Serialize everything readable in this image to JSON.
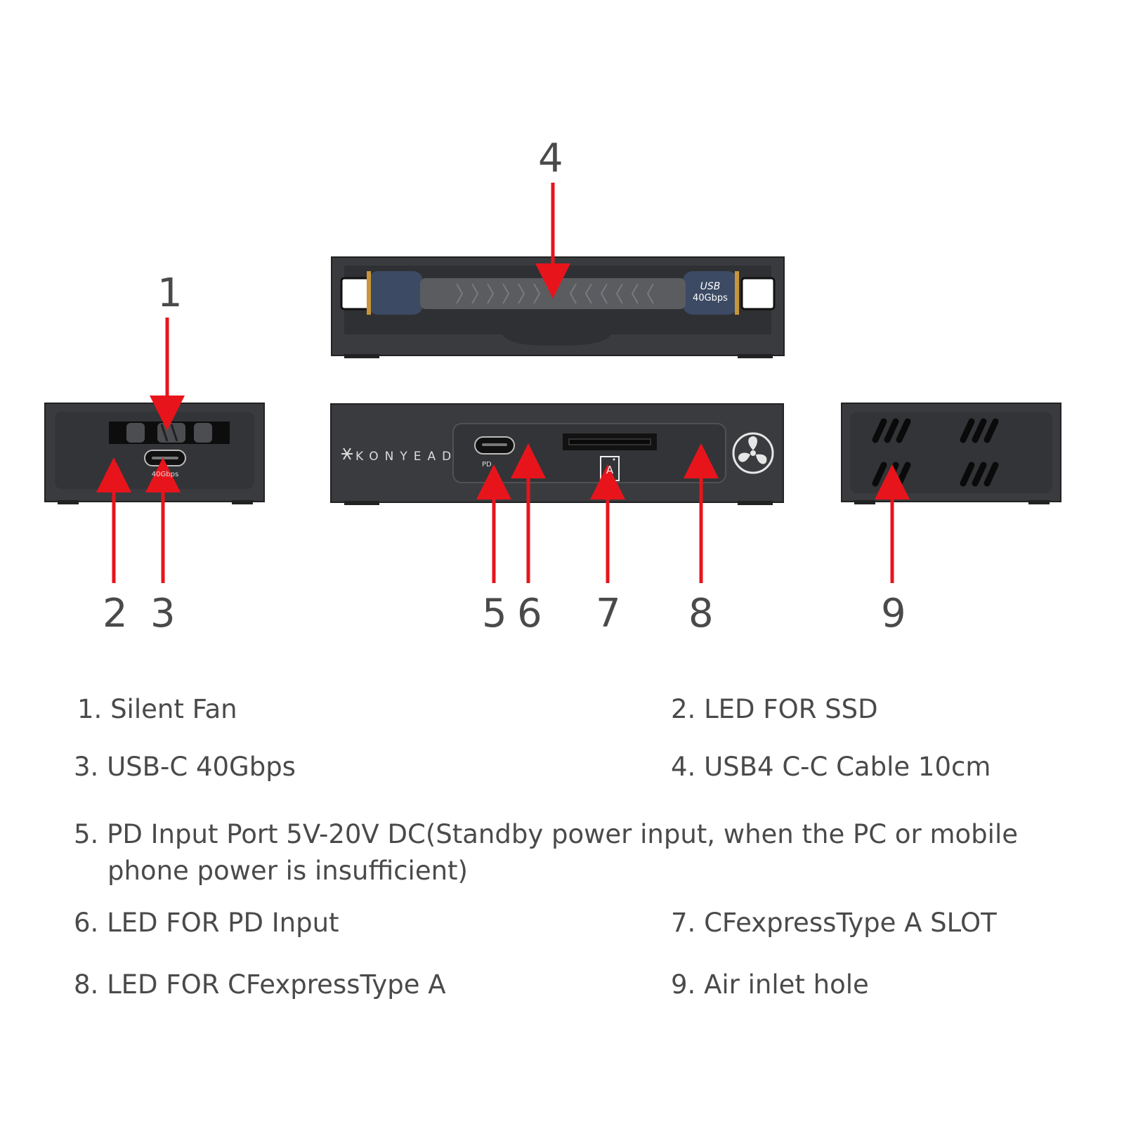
{
  "callouts": [
    "1",
    "2",
    "3",
    "4",
    "5",
    "6",
    "7",
    "8",
    "9"
  ],
  "device": {
    "brand": "KONYEAD",
    "usb_port_label": "40Gbps",
    "pd_port_label": "PD",
    "card_icon_letter": "A",
    "cable_label_line1": "USB",
    "cable_label_line2": "40Gbps"
  },
  "legend": {
    "item1": "1. Silent Fan",
    "item2": "2. LED FOR SSD",
    "item3": "3. USB-C 40Gbps",
    "item4": "4. USB4 C-C Cable 10cm",
    "item5_line1": "5. PD Input Port 5V-20V DC(Standby power input, when the PC or mobile",
    "item5_line2": "phone power is insufficient)",
    "item6": "6. LED FOR PD Input",
    "item7": "7. CFexpressType A SLOT",
    "item8": "8. LED FOR CFexpressType A",
    "item9": "9. Air inlet hole"
  },
  "colors": {
    "device_body": "#3a3b3e",
    "device_panel": "#2f3033",
    "arrow": "#e8141c",
    "text": "#4a4a4a",
    "cable_connector": "#3c4a63",
    "cable_gold": "#c8963a"
  }
}
